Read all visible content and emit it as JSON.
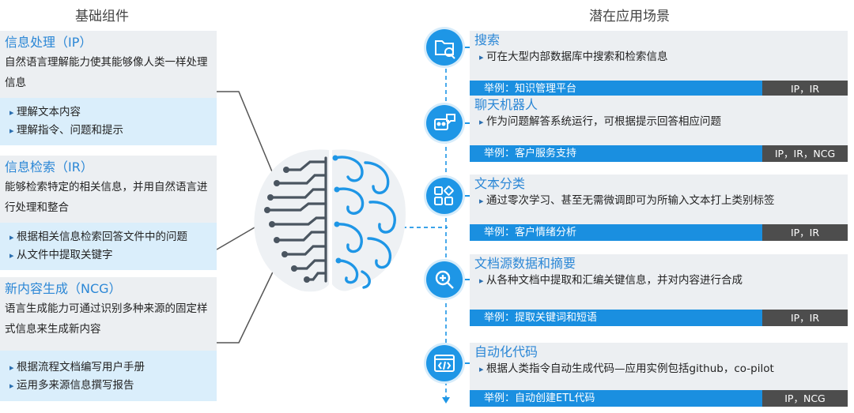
{
  "headings": {
    "left": "基础组件",
    "right": "潜在应用场景"
  },
  "components": [
    {
      "title": "信息处理（IP）",
      "desc": "自然语言理解能力使其能够像人类一样处理信息",
      "bullets": [
        "理解文本内容",
        "理解指令、问题和提示"
      ]
    },
    {
      "title": "信息检索（IR）",
      "desc": "能够检索特定的相关信息，并用自然语言进行处理和整合",
      "bullets": [
        "根据相关信息检索回答文件中的问题",
        "从文件中提取关键字"
      ]
    },
    {
      "title": "新内容生成（NCG）",
      "desc": "语言生成能力可通过识别多种来源的固定样式信息来生成新内容",
      "bullets": [
        "根据流程文档编写用户手册",
        "运用多来源信息撰写报告"
      ]
    }
  ],
  "scenarios": [
    {
      "icon": "folder-search-icon",
      "title": "搜索",
      "desc": "可在大型内部数据库中搜索和检索信息",
      "example": "举例：知识管理平台",
      "tags": "IP，IR"
    },
    {
      "icon": "chatbot-icon",
      "title": "聊天机器人",
      "desc": "作为问题解答系统运行，可根据提示回答相应问题",
      "example": "举例：客户服务支持",
      "tags": "IP，IR，NCG"
    },
    {
      "icon": "category-grid-icon",
      "title": "文本分类",
      "desc": "通过零次学习、甚至无需微调即可为所输入文本打上类别标签",
      "example": "举例：客户情绪分析",
      "tags": "IP，IR"
    },
    {
      "icon": "zoom-in-icon",
      "title": "文档源数据和摘要",
      "desc": "从各种文档中提取和汇编关键信息，并对内容进行合成",
      "example": "举例：提取关键词和短语",
      "tags": "IP，IR"
    },
    {
      "icon": "code-window-icon",
      "title": "自动化代码",
      "desc": "根据人类指令自动生成代码—应用实例包括github，co-pilot",
      "example": "举例：自动创建ETL代码",
      "tags": "IP，NCG"
    }
  ],
  "colors": {
    "accent": "#1a8fe0",
    "title": "#2b87d6",
    "tagbar": "#4d4d4d",
    "panel": "#eceff2",
    "bulletbg": "#daeefb"
  }
}
